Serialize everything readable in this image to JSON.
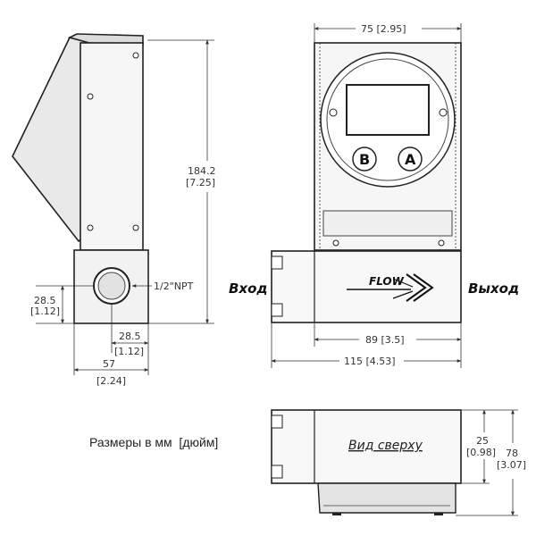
{
  "side_view": {
    "height_mm": "184.2",
    "height_in": "[7.25]",
    "port_label": "1/2\"NPT",
    "port_offset_vertical_mm": "28.5",
    "port_offset_vertical_in": "[1.12]",
    "port_offset_horizontal_mm": "28.5",
    "port_offset_horizontal_in": "[1.12]",
    "width_mm": "57",
    "width_in": "[2.24]"
  },
  "front_view": {
    "top_width": "75 [2.95]",
    "button_b": "B",
    "button_a": "A",
    "inlet_label": "Вход",
    "outlet_label": "Выход",
    "flow_label": "FLOW",
    "inner_width": "89 [3.5]",
    "overall_width": "115 [4.53]"
  },
  "top_view": {
    "title": "Вид сверху",
    "body_height_mm": "25",
    "body_height_in": "[0.98]",
    "overall_height_mm": "78",
    "overall_height_in": "[3.07]"
  },
  "units_note": "Размеры в мм  [дюйм]",
  "colors": {
    "line": "#222222",
    "panel_fill": "#f4f4f4",
    "shade_fill": "#e6e6e6",
    "dark_fill": "#cfcfcf"
  },
  "icons": [
    "flow-chevron-icon",
    "mounting-screw-icon",
    "npt-port-icon"
  ]
}
